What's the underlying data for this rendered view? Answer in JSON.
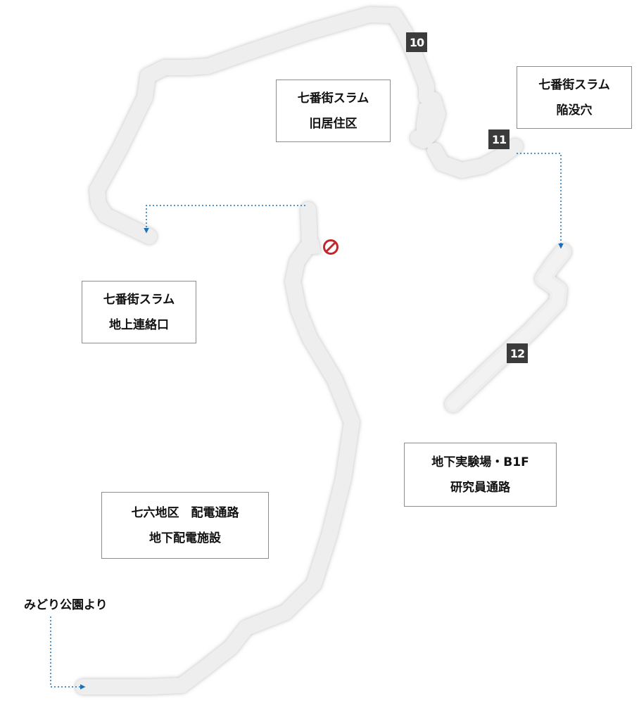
{
  "colors": {
    "corridor_fill": "#eeeeee",
    "corridor_shadow": "#c8c8c8",
    "route_line": "#1f6fb8",
    "marker_bg": "#3b3b3b",
    "blocked": "#c0282d"
  },
  "labels": {
    "old_residential": {
      "line1": "七番街スラム",
      "line2": "旧居住区"
    },
    "sinkhole": {
      "line1": "七番街スラム",
      "line2": "陥没穴"
    },
    "surface_access": {
      "line1": "七番街スラム",
      "line2": "地上連絡口"
    },
    "research_passage": {
      "line1": "地下実験場・B1F",
      "line2": "研究員通路"
    },
    "power_facility": {
      "line1": "七六地区　配電通路",
      "line2": "地下配電施設"
    }
  },
  "entry": {
    "text": "みどり公園より"
  },
  "markers": [
    {
      "number": "10"
    },
    {
      "number": "11"
    },
    {
      "number": "12"
    }
  ],
  "icons": {
    "blocked": "no-entry-icon"
  }
}
